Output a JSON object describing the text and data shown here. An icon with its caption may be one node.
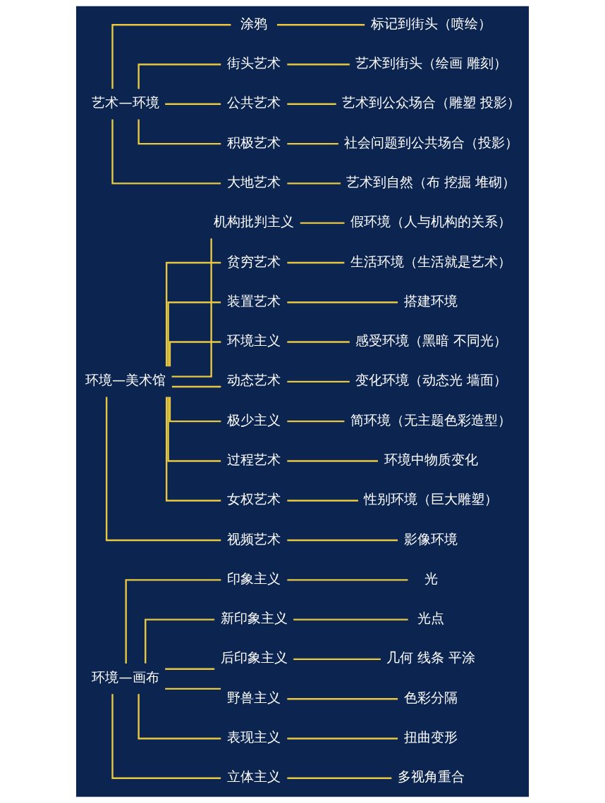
{
  "diagram": {
    "nodes": [
      {
        "text": [
          "环境—画布"
        ]
      },
      {
        "text": [
          "印象主义"
        ]
      },
      {
        "text": [
          "光"
        ]
      },
      {
        "text": [
          "新印象主义"
        ]
      },
      {
        "text": [
          "光点"
        ]
      },
      {
        "text": [
          "后印象主义"
        ]
      },
      {
        "text": [
          "几何 线条 平涂"
        ]
      },
      {
        "text": [
          "野兽主义"
        ]
      },
      {
        "text": [
          "色彩分隔"
        ]
      },
      {
        "text": [
          "表现主义"
        ]
      },
      {
        "text": [
          "扭曲变形"
        ]
      },
      {
        "text": [
          "立体主义"
        ]
      },
      {
        "text": [
          "多视角重合"
        ]
      },
      {
        "text": [
          "环境—美术馆"
        ]
      },
      {
        "text": [
          "机构批判主义"
        ]
      },
      {
        "text": [
          "假环境（人与机构的关系）"
        ]
      },
      {
        "text": [
          "贫穷艺术"
        ]
      },
      {
        "text": [
          "生活环境（生活就是艺术）"
        ]
      },
      {
        "text": [
          "装置艺术"
        ]
      },
      {
        "text": [
          "搭建环境"
        ]
      },
      {
        "text": [
          "环境主义"
        ]
      },
      {
        "text": [
          "感受环境（黑暗 不同光）"
        ]
      },
      {
        "text": [
          "动态艺术"
        ]
      },
      {
        "text": [
          "变化环境（动态光 墙面）"
        ]
      },
      {
        "text": [
          "极少主义"
        ]
      },
      {
        "text": [
          "简环境（无主题色彩造型）"
        ]
      },
      {
        "text": [
          "过程艺术"
        ]
      },
      {
        "text": [
          "环境中物质变化"
        ]
      },
      {
        "text": [
          "女权艺术"
        ]
      },
      {
        "text": [
          "性别环境（巨大雕塑）"
        ]
      },
      {
        "text": [
          "视频艺术"
        ]
      },
      {
        "text": [
          "影像环境"
        ]
      },
      {
        "text": [
          "艺术—环境"
        ]
      },
      {
        "text": [
          "涂鸦"
        ]
      },
      {
        "text": [
          "标记到街头（喷绘）"
        ]
      },
      {
        "text": [
          "街头艺术"
        ]
      },
      {
        "text": [
          "艺术到街头（绘画 雕刻）"
        ]
      },
      {
        "text": [
          "公共艺术"
        ]
      },
      {
        "text": [
          "艺术到公众场合（雕塑 投影）"
        ]
      },
      {
        "text": [
          "积极艺术"
        ]
      },
      {
        "text": [
          "社会问题到公共场合（投影）"
        ]
      },
      {
        "text": [
          "大地艺术"
        ]
      },
      {
        "text": [
          "艺术到自然（布 挖掘 堆砌）"
        ]
      }
    ],
    "edges": [
      {
        "from": 0,
        "to": 1,
        "arrow": "none"
      },
      {
        "from": 0,
        "to": 3,
        "arrow": "none"
      },
      {
        "from": 0,
        "to": 5,
        "arrow": "none"
      },
      {
        "from": 0,
        "to": 7,
        "arrow": "none"
      },
      {
        "from": 0,
        "to": 9,
        "arrow": "none"
      },
      {
        "from": 0,
        "to": 11,
        "arrow": "none"
      },
      {
        "from": 1,
        "to": 2,
        "arrow": "none"
      },
      {
        "from": 3,
        "to": 4,
        "arrow": "none"
      },
      {
        "from": 5,
        "to": 6,
        "arrow": "none"
      },
      {
        "from": 7,
        "to": 8,
        "arrow": "none"
      },
      {
        "from": 9,
        "to": 10,
        "arrow": "none"
      },
      {
        "from": 11,
        "to": 12,
        "arrow": "none"
      },
      {
        "from": 13,
        "to": 14,
        "arrow": "none"
      },
      {
        "from": 13,
        "to": 16,
        "arrow": "none"
      },
      {
        "from": 13,
        "to": 18,
        "arrow": "none"
      },
      {
        "from": 13,
        "to": 20,
        "arrow": "none"
      },
      {
        "from": 13,
        "to": 22,
        "arrow": "none"
      },
      {
        "from": 13,
        "to": 24,
        "arrow": "none"
      },
      {
        "from": 13,
        "to": 26,
        "arrow": "none"
      },
      {
        "from": 13,
        "to": 28,
        "arrow": "none"
      },
      {
        "from": 13,
        "to": 30,
        "arrow": "none"
      },
      {
        "from": 14,
        "to": 15,
        "arrow": "none"
      },
      {
        "from": 16,
        "to": 17,
        "arrow": "none"
      },
      {
        "from": 18,
        "to": 19,
        "arrow": "none"
      },
      {
        "from": 20,
        "to": 21,
        "arrow": "none"
      },
      {
        "from": 22,
        "to": 23,
        "arrow": "none"
      },
      {
        "from": 24,
        "to": 25,
        "arrow": "none"
      },
      {
        "from": 26,
        "to": 27,
        "arrow": "none"
      },
      {
        "from": 28,
        "to": 29,
        "arrow": "none"
      },
      {
        "from": 30,
        "to": 31,
        "arrow": "none"
      },
      {
        "from": 32,
        "to": 33,
        "arrow": "none"
      },
      {
        "from": 32,
        "to": 35,
        "arrow": "none"
      },
      {
        "from": 32,
        "to": 37,
        "arrow": "none"
      },
      {
        "from": 32,
        "to": 39,
        "arrow": "none"
      },
      {
        "from": 32,
        "to": 41,
        "arrow": "none"
      },
      {
        "from": 33,
        "to": 34,
        "arrow": "none"
      },
      {
        "from": 35,
        "to": 36,
        "arrow": "none"
      },
      {
        "from": 37,
        "to": 38,
        "arrow": "none"
      },
      {
        "from": 39,
        "to": 40,
        "arrow": "none"
      },
      {
        "from": 41,
        "to": 42,
        "arrow": "none"
      }
    ]
  }
}
